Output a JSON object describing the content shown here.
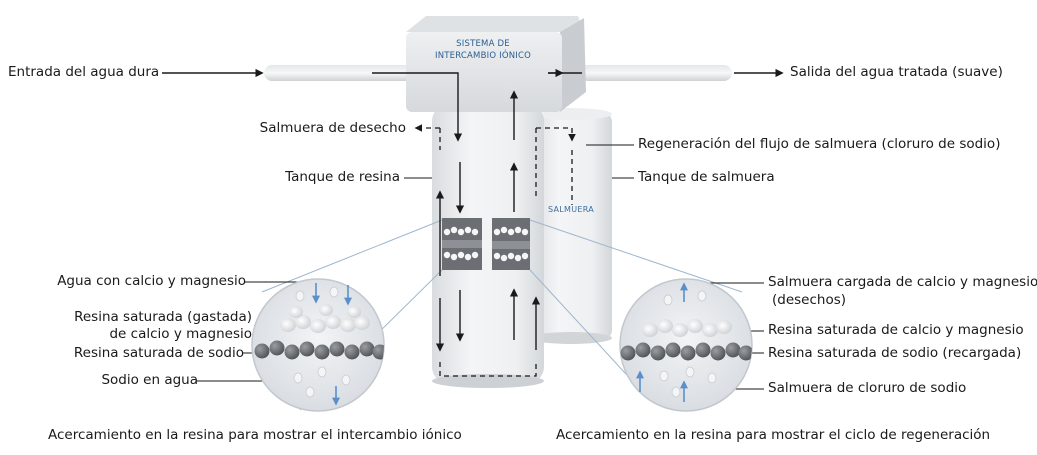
{
  "system_box": {
    "line1": "SISTEMA DE",
    "line2": "INTERCAMBIO IÓNICO"
  },
  "brine_tank_text": "SALMUERA",
  "labels": {
    "hard_water_in": "Entrada del agua dura",
    "treated_water_out": "Salida del agua tratada (suave)",
    "waste_brine": "Salmuera de desecho",
    "brine_flow_regen": "Regeneración del flujo de salmuera (cloruro de sodio)",
    "resin_tank": "Tanque de resina",
    "brine_tank": "Tanque de salmuera",
    "water_ca_mg": "Agua con calcio y magnesio",
    "resin_saturated_spent_1": "Resina saturada (gastada)",
    "resin_saturated_spent_2": "de calcio y magnesio",
    "resin_saturated_sodium": "Resina saturada de sodio",
    "sodium_in_water": "Sodio en agua",
    "brine_loaded_1": "Salmuera cargada de calcio y magnesio",
    "brine_loaded_2": "(desechos)",
    "resin_saturated_ca_mg": "Resina saturada de calcio y magnesio",
    "resin_saturated_sodium_recharged": "Resina saturada de sodio (recargada)",
    "sodium_chloride_brine": "Salmuera de cloruro de sodio"
  },
  "captions": {
    "left": "Acercamiento en la resina para mostrar el intercambio iónico",
    "right": "Acercamiento en la resina para mostrar el ciclo de regeneración"
  },
  "colors": {
    "label_text": "#1a1a1a",
    "accent_blue": "#2a5d8f",
    "drop_blue": "#5b8fc7"
  }
}
